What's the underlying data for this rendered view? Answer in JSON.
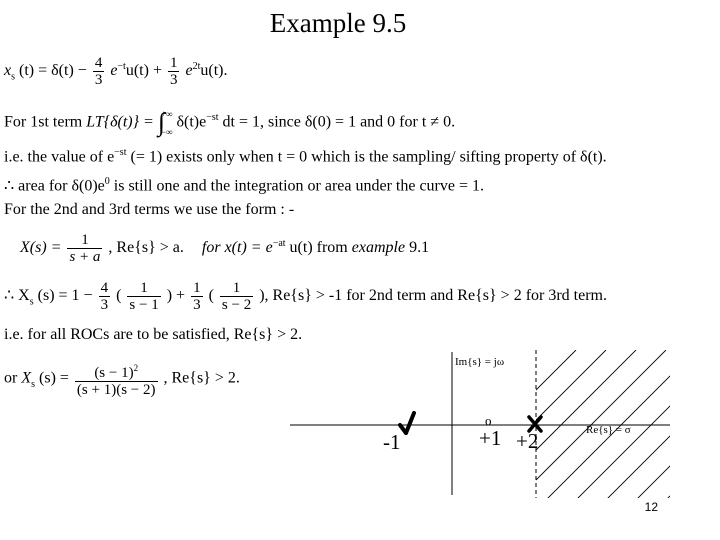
{
  "slide": {
    "title": "Example 9.5",
    "page_number": "12"
  },
  "equations": {
    "line1": {
      "lhs": "x",
      "sub": "s",
      "arg": "(t) = δ(t) −",
      "frac1_num": "4",
      "frac1_den": "3",
      "term1": "e",
      "term1_sup": "−t",
      "term1_tail": "u(t) +",
      "frac2_num": "1",
      "frac2_den": "3",
      "term2": "e",
      "term2_sup": "2t",
      "term2_tail": "u(t)."
    },
    "line2": {
      "prefix": "For 1st term",
      "lt": "LT{δ(t)} =",
      "int_upper": "+∞",
      "int_lower": "−∞",
      "integrand": "δ(t)e",
      "integrand_sup": "−st",
      "tail": "dt = 1, since δ(0) = 1 and 0 for t ≠ 0."
    },
    "line3": {
      "text_a": "i.e. the value of e",
      "sup": "−st",
      "text_b": "(= 1) exists only when t = 0 which is the sampling/ sifting property of δ(t)."
    },
    "line4": {
      "text_a": "∴ area for δ(0)e",
      "sup": "0",
      "text_b": "is still one and the integration or area under the curve = 1."
    },
    "line5": {
      "text": "For the 2nd and 3rd terms we use the form : -"
    },
    "line6": {
      "lhs": "X(s) =",
      "num": "1",
      "den": "s + a",
      "mid": ",    Re{s} >   a.",
      "for_text": "for x(t) = e",
      "sup": "−at",
      "tail": "u(t) from",
      "ref": "example",
      "ref_num": "9.1"
    },
    "line7": {
      "lhs": "∴ X",
      "sub": "s",
      "arg": "(s) = 1 −",
      "f1_num": "4",
      "f1_den": "3",
      "p1_open": "(",
      "f2_num": "1",
      "f2_den": "s − 1",
      "p1_close": ") +",
      "f3_num": "1",
      "f3_den": "3",
      "p2_open": "(",
      "f4_num": "1",
      "f4_den": "s − 2",
      "tail": "), Re{s} > -1 for 2nd term and Re{s} > 2 for 3rd term."
    },
    "line8": {
      "text": "i.e. for all ROCs are to be satisfied, Re{s} > 2."
    },
    "line9": {
      "prefix": "or",
      "lhs": "X",
      "sub": "s",
      "arg": "(s) =",
      "num": "(s − 1)",
      "num_sup": "2",
      "den": "(s + 1)(s − 2)",
      "tail": ", Re{s} > 2."
    }
  },
  "pole_zero_plot": {
    "imag_axis_label": "Im{s} = jω",
    "real_axis_label": "Re{s} = σ",
    "pole_labels": [
      "-1",
      "+2"
    ],
    "zero_label": "+1",
    "zero_marker_text": "o",
    "roc_boundary": 2,
    "roc_direction": "right",
    "poles": [
      -1,
      2
    ],
    "zeros": [
      1,
      1
    ]
  }
}
